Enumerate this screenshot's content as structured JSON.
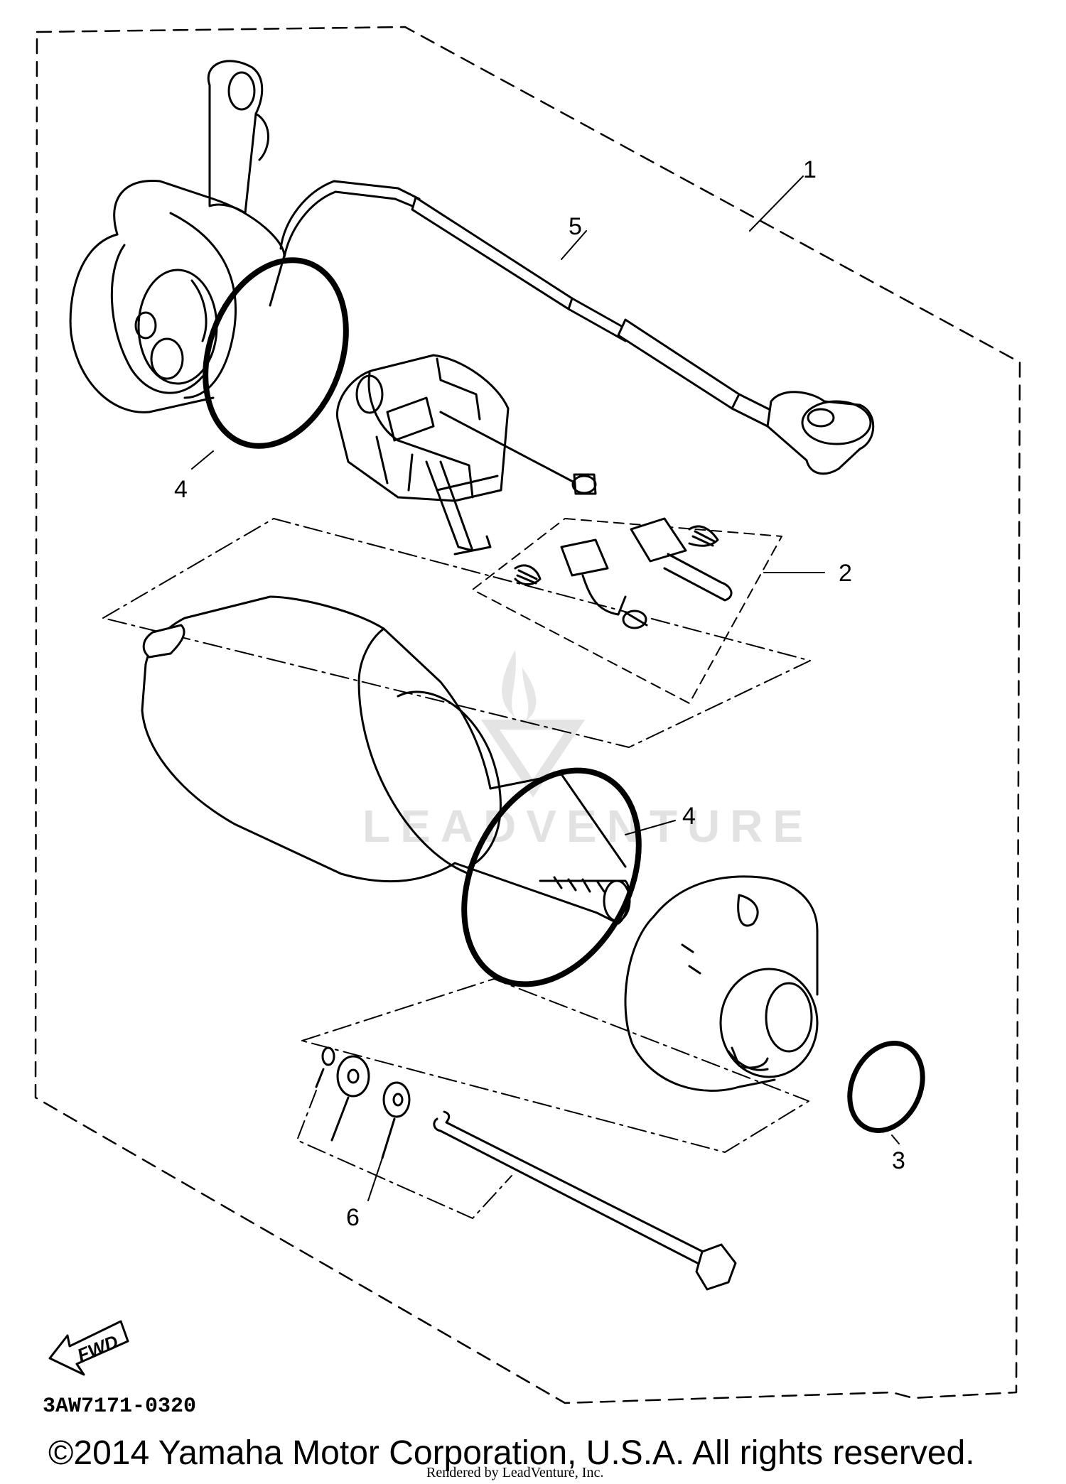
{
  "callouts": [
    "1",
    "2",
    "3",
    "4",
    "4",
    "5",
    "6"
  ],
  "diagram_code": "3AW7171-0320",
  "fwd_label": "FWD",
  "watermark": "LEADVENTURE",
  "copyright": "©2014 Yamaha Motor Corporation, U.S.A. All rights reserved.",
  "rendered_by": "Rendered by LeadVenture, Inc."
}
